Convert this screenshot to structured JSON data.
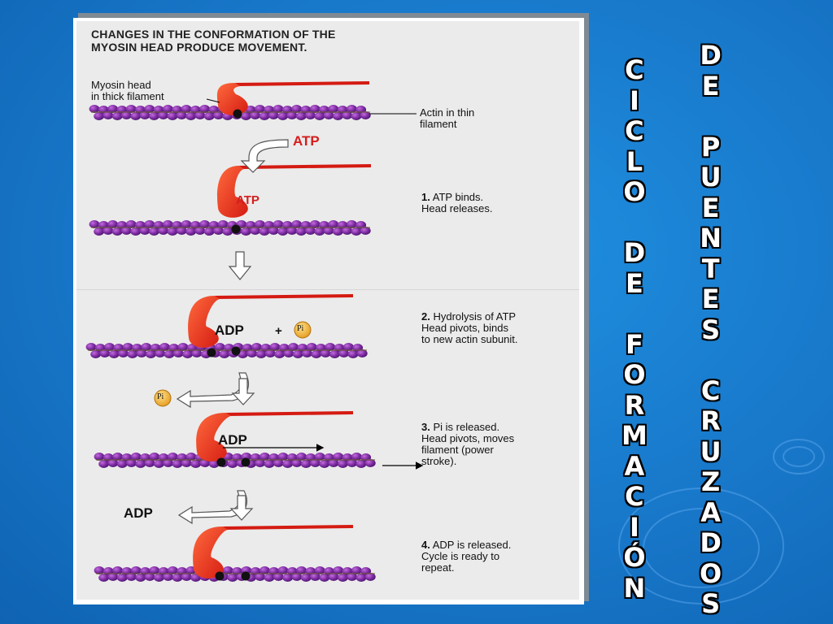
{
  "panel": {
    "title_line1": "CHANGES IN THE CONFORMATION OF THE",
    "title_line2": "MYOSIN HEAD PRODUCE MOVEMENT."
  },
  "labels": {
    "myosin_head_line1": "Myosin head",
    "myosin_head_line2": "in thick filament",
    "actin_line1": "Actin in thin",
    "actin_line2": "filament",
    "atp": "ATP",
    "atp_bound": "ATP",
    "adp_pi": "ADP",
    "plus": "+",
    "pi": "Pi",
    "pi_released": "Pi",
    "adp_stroke": "ADP",
    "adp_released": "ADP"
  },
  "steps": [
    {
      "number": "1.",
      "lines": [
        "ATP binds.",
        "Head releases."
      ]
    },
    {
      "number": "2.",
      "lines": [
        "Hydrolysis of ATP",
        "Head pivots, binds",
        "to new actin subunit."
      ]
    },
    {
      "number": "3.",
      "lines": [
        "Pi is released.",
        "Head pivots, moves",
        "filament (power",
        "stroke)."
      ]
    },
    {
      "number": "4.",
      "lines": [
        "ADP is released.",
        "Cycle is ready to",
        "repeat."
      ]
    }
  ],
  "title_vertical_left": [
    "C",
    "I",
    "C",
    "L",
    "O",
    "",
    "D",
    "E",
    "",
    "F",
    "O",
    "R",
    "M",
    "A",
    "C",
    "I",
    "Ó",
    "N"
  ],
  "title_vertical_right": [
    "D",
    "E",
    "",
    "P",
    "U",
    "E",
    "N",
    "T",
    "E",
    "S",
    "",
    "C",
    "R",
    "U",
    "Z",
    "A",
    "D",
    "O",
    "S"
  ],
  "colors": {
    "background": "#1877c9",
    "myosin": "#e8241b",
    "actin": "#7a2a9e",
    "label_red": "#d41e1e",
    "pi_badge": "#f2b43a"
  }
}
